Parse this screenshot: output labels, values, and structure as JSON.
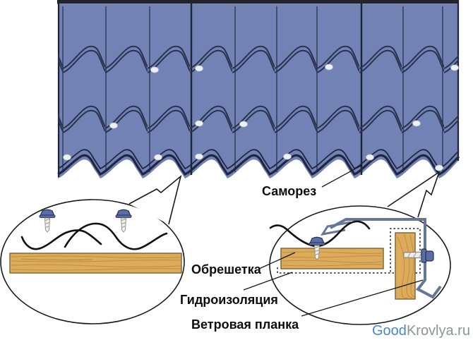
{
  "labels": {
    "screw": "Саморез",
    "batten": "Обрешетка",
    "waterproofing": "Гидроизоляция",
    "wind_strip": "Ветровая планка"
  },
  "watermark": {
    "part1": "Good",
    "part2": "Krovlya.ru"
  },
  "colors": {
    "tile_blue": "#7282b5",
    "tile_line": "#28324f",
    "roof_top_bar": "#20242f",
    "roof_edge_line": "#1f2740",
    "screw_dot_white": "#eef0f3",
    "wood": "#dcab5c",
    "wood_grain": "#bf8f40",
    "wood_border": "#7a6233",
    "metal_strip": "#657697",
    "screw_head_blue": "#5b6da8",
    "screw_head_outline": "#26304f",
    "watermark_blue": "#4a86c8",
    "watermark_gray": "#8f9398",
    "label_text": "#0d0d0d"
  }
}
